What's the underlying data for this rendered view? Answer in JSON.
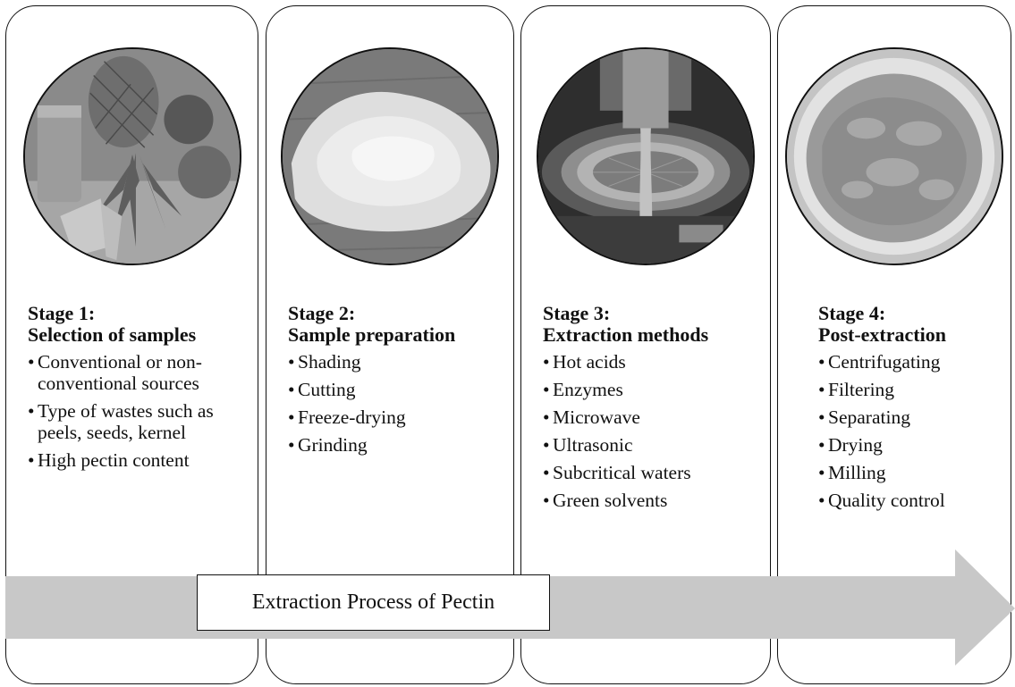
{
  "stages": [
    {
      "label": "Stage 1:",
      "title": "Selection of samples",
      "image": "fruit-photo",
      "items": [
        "Conventional or non-conventional sources",
        "Type of wastes such as peels, seeds, kernel",
        "High pectin content"
      ]
    },
    {
      "label": "Stage 2:",
      "title": "Sample preparation",
      "image": "powder-photo",
      "items": [
        "Shading",
        "Cutting",
        "Freeze-drying",
        "Grinding"
      ]
    },
    {
      "label": "Stage 3:",
      "title": "Extraction methods",
      "image": "extraction-apparatus-photo",
      "items": [
        "Hot acids",
        "Enzymes",
        "Microwave",
        "Ultrasonic",
        "Subcritical waters",
        "Green solvents"
      ]
    },
    {
      "label": "Stage 4:",
      "title": "Post-extraction",
      "image": "pectin-gel-photo",
      "items": [
        "Centrifugating",
        "Filtering",
        "Separating",
        "Drying",
        "Milling",
        "Quality control"
      ]
    }
  ],
  "arrow": {
    "label": "Extraction Process of Pectin",
    "color": "#c8c8c8"
  }
}
